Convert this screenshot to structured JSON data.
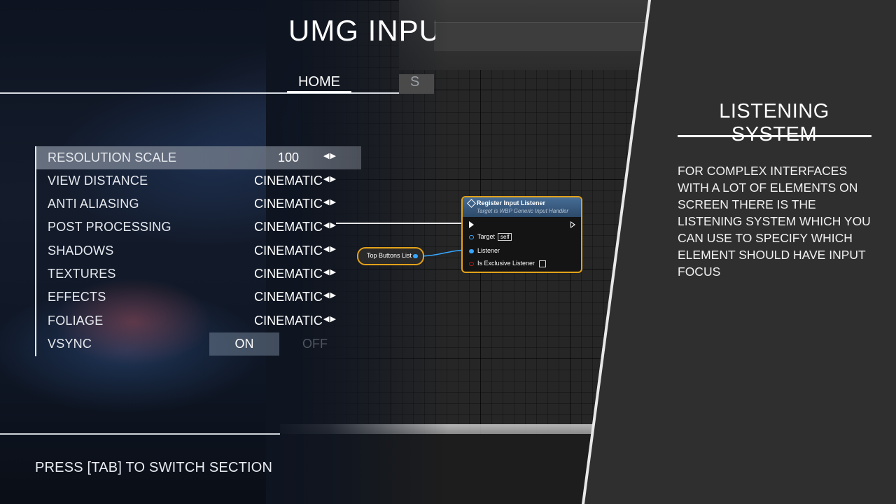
{
  "title": "UMG INPU",
  "tabs": [
    {
      "label": "HOME"
    },
    {
      "label": "S"
    }
  ],
  "settings": [
    {
      "label": "RESOLUTION SCALE",
      "value": "100"
    },
    {
      "label": "VIEW DISTANCE",
      "value": "CINEMATIC"
    },
    {
      "label": "ANTI ALIASING",
      "value": "CINEMATIC"
    },
    {
      "label": "POST PROCESSING",
      "value": "CINEMATIC"
    },
    {
      "label": "SHADOWS",
      "value": "CINEMATIC"
    },
    {
      "label": "TEXTURES",
      "value": "CINEMATIC"
    },
    {
      "label": "EFFECTS",
      "value": "CINEMATIC"
    },
    {
      "label": "FOLIAGE",
      "value": "CINEMATIC"
    }
  ],
  "vsync": {
    "label": "VSYNC",
    "on": "ON",
    "off": "OFF"
  },
  "arrows_glyph": "◀▶",
  "hint": "PRESS [TAB] TO SWITCH SECTION",
  "graph": {
    "variable_node": "Top Buttons List",
    "function_node": {
      "title": "Register Input Listener",
      "subtitle": "Target is WBP Generic Input Handler",
      "pins": {
        "target": "Target",
        "target_value": "self",
        "listener": "Listener",
        "is_exclusive": "Is Exclusive Listener"
      }
    }
  },
  "info_panel": {
    "title": "LISTENING SYSTEM",
    "body": "FOR COMPLEX INTERFACES WITH A LOT OF ELEMENTS ON SCREEN THERE IS THE LISTENING SYSTEM WHICH YOU CAN USE TO SPECIFY WHICH ELEMENT SHOULD HAVE INPUT FOCUS"
  },
  "colors": {
    "node_border": "#e3a21a",
    "pin_blue": "#36a6ff",
    "pin_red": "#b01818",
    "node_header": "#466d96",
    "panel_bg": "#2f2f2f"
  }
}
